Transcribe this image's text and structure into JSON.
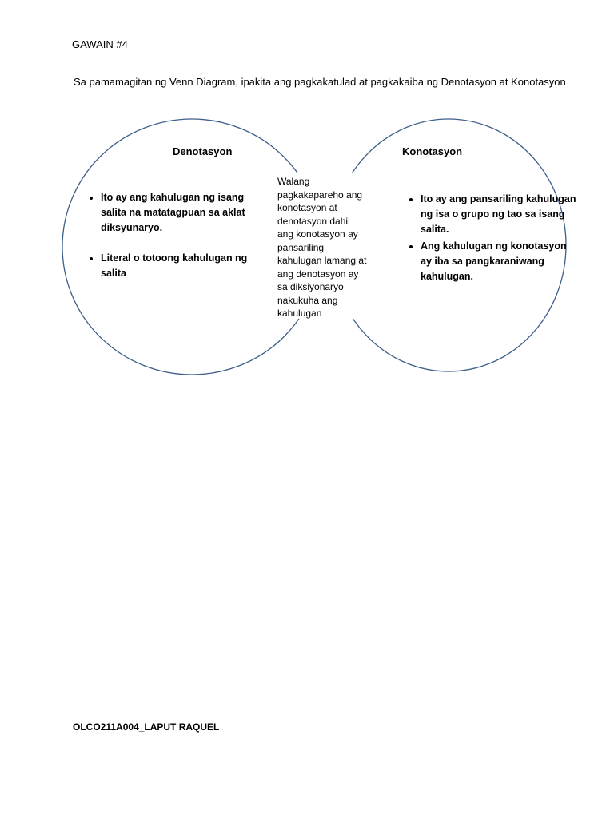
{
  "header": {
    "activity": "GAWAIN #4",
    "instruction": "Sa pamamagitan ng Venn Diagram, ipakita ang pagkakatulad at pagkakaiba ng Denotasyon at Konotasyon"
  },
  "venn": {
    "left": {
      "title": "Denotasyon",
      "items": [
        "Ito ay ang kahulugan ng isang salita na matatagpuan sa aklat diksyunaryo.",
        "Literal o totoong kahulugan ng salita"
      ]
    },
    "right": {
      "title": "Konotasyon",
      "items": [
        "Ito ay ang pansariling kahulugan ng isa o grupo ng tao sa isang salita.",
        "Ang kahulugan ng konotasyon ay iba sa pangkaraniwang kahulugan."
      ]
    },
    "overlap": {
      "text": "Walang pagkakapareho ang konotasyon at denotasyon dahil ang konotasyon ay pansariling kahulugan lamang at ang denotasyon ay sa diksiyonaryo nakukuha ang kahulugan"
    },
    "stroke_color": "#3e5f8a"
  },
  "footer": {
    "text": "OLCO211A004_LAPUT RAQUEL"
  }
}
